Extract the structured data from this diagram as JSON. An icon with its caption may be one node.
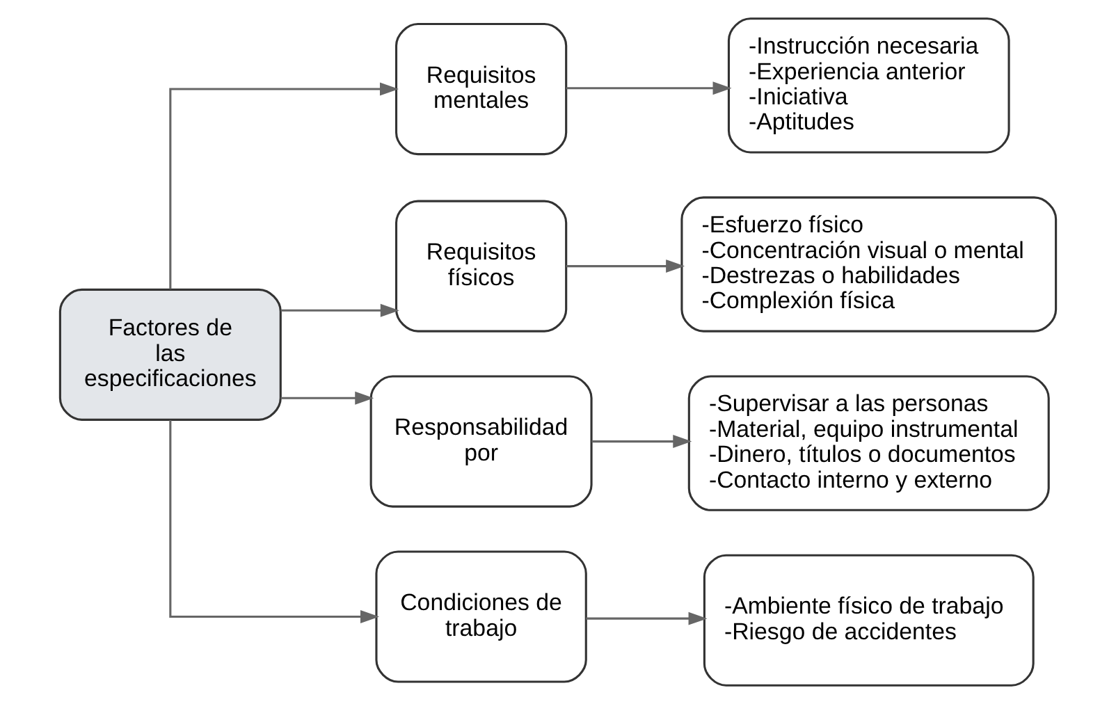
{
  "diagram": {
    "nodes": [
      {
        "text": [
          "Factores de las especificaciones"
        ]
      },
      {
        "text": [
          "Requisitos mentales"
        ]
      },
      {
        "text": [
          "Requisitos físicos"
        ]
      },
      {
        "text": [
          "Responsabilidad por"
        ]
      },
      {
        "text": [
          "Condiciones de trabajo"
        ]
      },
      {
        "text": [
          "-Instrucción necesaria",
          "-Experiencia anterior",
          "-Iniciativa",
          "-Aptitudes"
        ]
      },
      {
        "text": [
          "-Esfuerzo físico",
          "-Concentración visual o mental",
          "-Destrezas o habilidades",
          "-Complexión física"
        ]
      },
      {
        "text": [
          "-Supervisar a las personas",
          "-Material, equipo instrumental",
          "-Dinero, títulos o documentos",
          "-Contacto interno y externo"
        ]
      },
      {
        "text": [
          "-Ambiente físico de trabajo",
          "-Riesgo de accidentes"
        ]
      }
    ],
    "edges": [
      {
        "from": 0,
        "to": 1,
        "arrow": "to"
      },
      {
        "from": 0,
        "to": 2,
        "arrow": "to"
      },
      {
        "from": 0,
        "to": 3,
        "arrow": "to"
      },
      {
        "from": 0,
        "to": 4,
        "arrow": "to"
      },
      {
        "from": 1,
        "to": 5,
        "arrow": "to"
      },
      {
        "from": 2,
        "to": 6,
        "arrow": "to"
      },
      {
        "from": 3,
        "to": 7,
        "arrow": "to"
      },
      {
        "from": 4,
        "to": 8,
        "arrow": "to"
      }
    ]
  }
}
